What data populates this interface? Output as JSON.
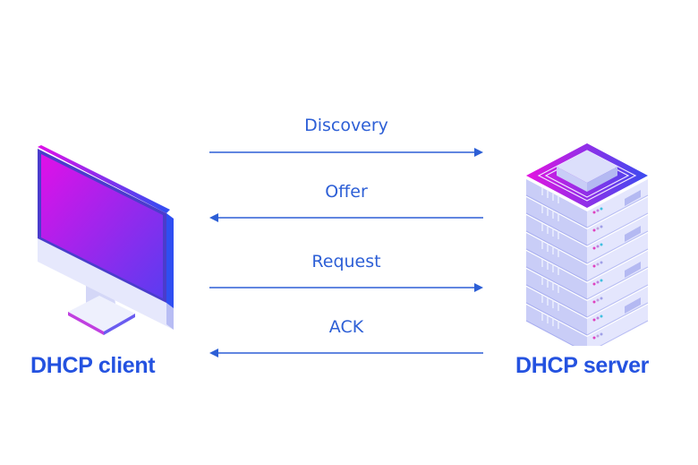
{
  "diagram": {
    "colors": {
      "accent_blue": "#2452e0",
      "arrow_blue": "#2d5fd6",
      "gradient_magenta": "#e010e8",
      "gradient_blue": "#3a4cf0",
      "device_light": "#dfe2fb"
    },
    "client": {
      "label": "DHCP client",
      "icon": "desktop-monitor-icon"
    },
    "server": {
      "label": "DHCP server",
      "icon": "server-rack-icon"
    },
    "messages": [
      {
        "label": "Discovery",
        "direction": "client-to-server"
      },
      {
        "label": "Offer",
        "direction": "server-to-client"
      },
      {
        "label": "Request",
        "direction": "client-to-server"
      },
      {
        "label": "ACK",
        "direction": "server-to-client"
      }
    ]
  }
}
